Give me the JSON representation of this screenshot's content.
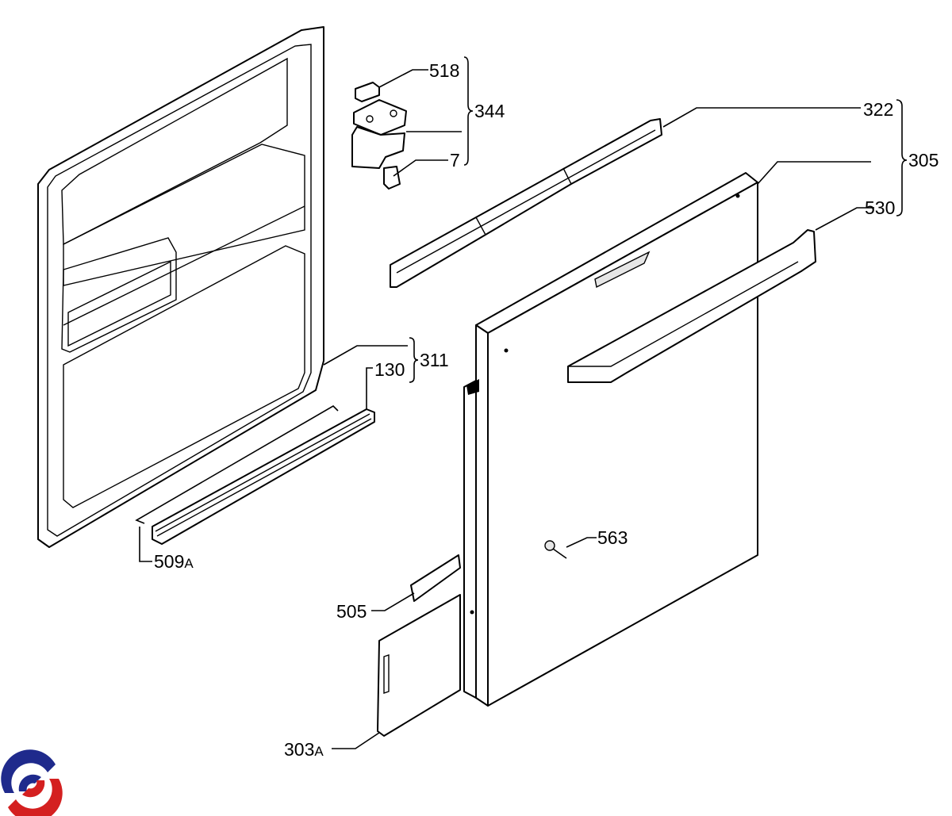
{
  "diagram": {
    "labels": {
      "p518": "518",
      "p344": "344",
      "p7": "7",
      "p322": "322",
      "p305": "305",
      "p530": "530",
      "p311": "311",
      "p130": "130",
      "p509": "509",
      "p509_suffix": "A",
      "p563": "563",
      "p505": "505",
      "p303": "303",
      "p303_suffix": "A"
    }
  },
  "logo": {
    "colors": {
      "blue": "#1f2a8c",
      "red": "#d42020"
    }
  }
}
